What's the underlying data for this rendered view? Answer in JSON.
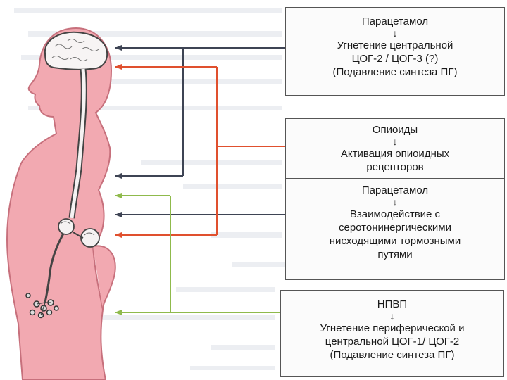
{
  "boxes": {
    "paracetamol_central": {
      "title": "Парацетамол",
      "arrow": "↓",
      "line1": "Угнетение центральной",
      "line2": "ЦОГ-2 / ЦОГ-3 (?)",
      "line3": "(Подавление синтеза ПГ)"
    },
    "opioids": {
      "title": "Опиоиды",
      "arrow": "↓",
      "line1": "Активация опиоидных",
      "line2": "рецепторов"
    },
    "paracetamol_serotonin": {
      "title": "Парацетамол",
      "arrow": "↓",
      "line1": "Взаимодействие с",
      "line2": "серотонинергическими",
      "line3": "нисходящими тормозными",
      "line4": "путями"
    },
    "nsaid": {
      "title": "НПВП",
      "arrow": "↓",
      "line1": "Угнетение периферической и",
      "line2": "центральной ЦОГ-1/ ЦОГ-2",
      "line3": "(Подавление синтеза ПГ)"
    }
  },
  "colors": {
    "paracetamol_arrows": "#3e4454",
    "opioid_arrows": "#e0502e",
    "nsaid_arrows": "#8fba4c",
    "body_fill": "#f2a9b1",
    "body_outline": "#c7707c",
    "box_border": "#555555"
  }
}
